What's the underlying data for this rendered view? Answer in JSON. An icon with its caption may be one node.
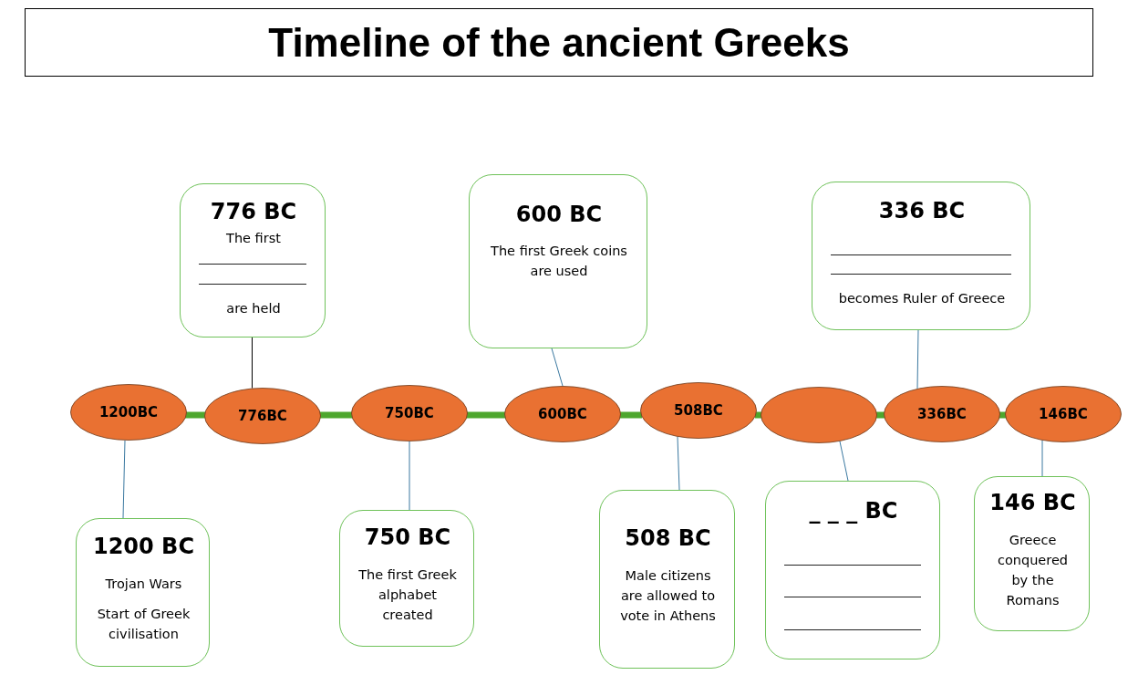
{
  "diagram": {
    "title": "Timeline of the ancient Greeks",
    "nodes": [
      {
        "text": [
          "776 BC",
          "The first",
          "are held"
        ]
      },
      {
        "text": [
          "600 BC",
          "The first Greek coins are used"
        ]
      },
      {
        "text": [
          "336 BC",
          "becomes Ruler of Greece"
        ]
      },
      {
        "text": [
          "1200BC"
        ]
      },
      {
        "text": [
          "776BC"
        ]
      },
      {
        "text": [
          "750BC"
        ]
      },
      {
        "text": [
          "600BC"
        ]
      },
      {
        "text": [
          "508BC"
        ]
      },
      {
        "text": [],
        "shape": "ellipse"
      },
      {
        "text": [
          "336BC"
        ]
      },
      {
        "text": [
          "146BC"
        ]
      },
      {
        "text": [
          "1200 BC",
          "Trojan Wars",
          "Start of Greek civilisation"
        ]
      },
      {
        "text": [
          "750 BC",
          "The first Greek alphabet created"
        ]
      },
      {
        "text": [
          "508 BC",
          "Male citizens are allowed to vote in Athens"
        ]
      },
      {
        "text": [
          "_ _ _ BC"
        ]
      },
      {
        "text": [
          "146 BC",
          "Greece conquered by the Romans"
        ]
      }
    ],
    "edges": [
      {
        "from": 0,
        "to": 4,
        "arrow": "none",
        "color": "#000000"
      },
      {
        "from": 1,
        "to": 6,
        "arrow": "none"
      },
      {
        "from": 2,
        "to": 9,
        "arrow": "none"
      },
      {
        "from": 3,
        "to": 11,
        "arrow": "none"
      },
      {
        "from": 5,
        "to": 12,
        "arrow": "none"
      },
      {
        "from": 7,
        "to": 13,
        "arrow": "none"
      },
      {
        "from": 8,
        "to": 14,
        "arrow": "none"
      },
      {
        "from": 10,
        "to": 15,
        "arrow": "none"
      },
      {
        "from": 3,
        "to": 4,
        "arrow": "none",
        "style": "thick",
        "color": "#4ea72e"
      },
      {
        "from": 4,
        "to": 5,
        "arrow": "none",
        "style": "thick",
        "color": "#4ea72e"
      },
      {
        "from": 5,
        "to": 6,
        "arrow": "none",
        "style": "thick",
        "color": "#4ea72e"
      },
      {
        "from": 6,
        "to": 7,
        "arrow": "none",
        "style": "thick",
        "color": "#4ea72e"
      },
      {
        "from": 7,
        "to": 8,
        "arrow": "none",
        "style": "thick",
        "color": "#4ea72e"
      },
      {
        "from": 8,
        "to": 9,
        "arrow": "none",
        "style": "thick",
        "color": "#4ea72e"
      },
      {
        "from": 9,
        "to": 10,
        "arrow": "none",
        "style": "thick",
        "color": "#4ea72e"
      }
    ]
  }
}
